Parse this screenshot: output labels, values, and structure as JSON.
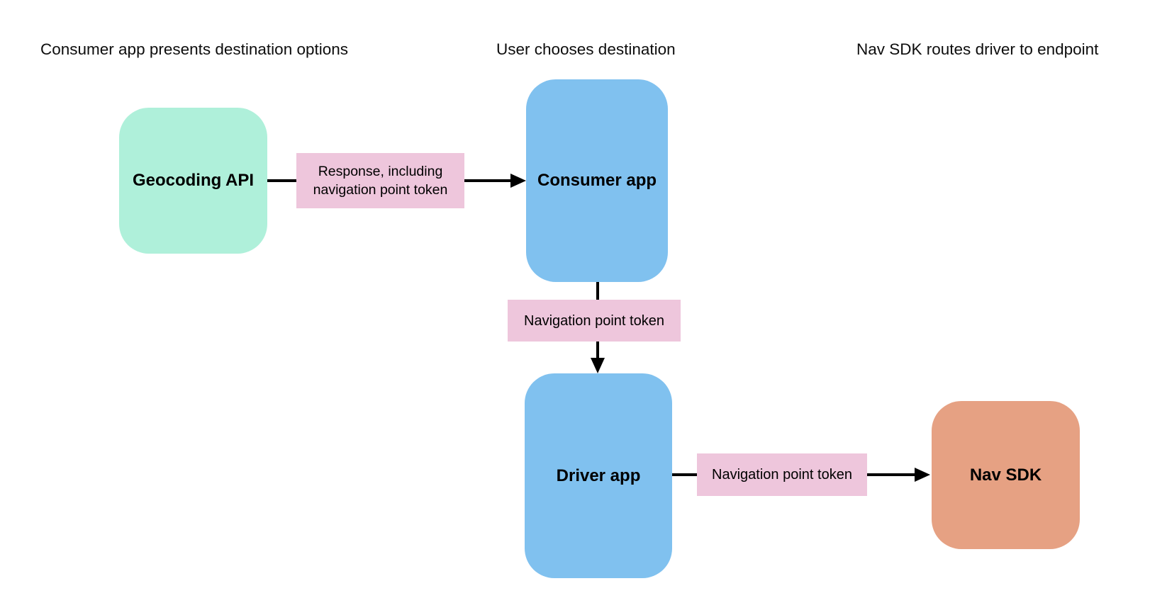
{
  "diagram": {
    "background_color": "#ffffff",
    "arrow_color": "#000000",
    "edge_label_background": "#eec6dc",
    "headers": [
      {
        "label": "Consumer app presents destination options"
      },
      {
        "label": "User chooses destination"
      },
      {
        "label": "Nav SDK routes driver to endpoint"
      }
    ],
    "nodes": [
      {
        "id": "geocoding-api",
        "label": "Geocoding API",
        "color": "#aff0da"
      },
      {
        "id": "consumer-app",
        "label": "Consumer app",
        "color": "#80c1ef"
      },
      {
        "id": "driver-app",
        "label": "Driver app",
        "color": "#80c1ef"
      },
      {
        "id": "nav-sdk",
        "label": "Nav SDK",
        "color": "#e6a183"
      }
    ],
    "edges": [
      {
        "from": "geocoding-api",
        "to": "consumer-app",
        "label": "Response, including navigation point token"
      },
      {
        "from": "consumer-app",
        "to": "driver-app",
        "label": "Navigation point token"
      },
      {
        "from": "driver-app",
        "to": "nav-sdk",
        "label": "Navigation point token"
      }
    ]
  }
}
